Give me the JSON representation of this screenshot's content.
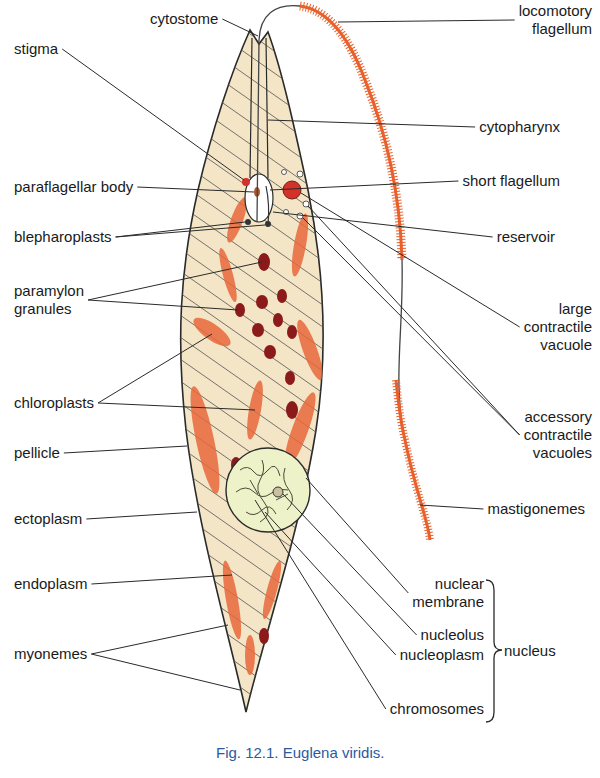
{
  "diagram": {
    "caption": "Fig. 12.1. Euglena viridis.",
    "labels": [
      "cytostome",
      "stigma",
      "paraflagellar body",
      "blepharoplasts",
      "paramylon granules",
      "chloroplasts",
      "pellicle",
      "ectoplasm",
      "endoplasm",
      "myonemes",
      "locomotory flagellum",
      "cytopharynx",
      "short flagellum",
      "reservoir",
      "large contractile vacuole",
      "accessory contractile vacuoles",
      "mastigonemes",
      "nuclear membrane",
      "nucleolus",
      "nucleoplasm",
      "chromosomes",
      "nucleus"
    ]
  }
}
